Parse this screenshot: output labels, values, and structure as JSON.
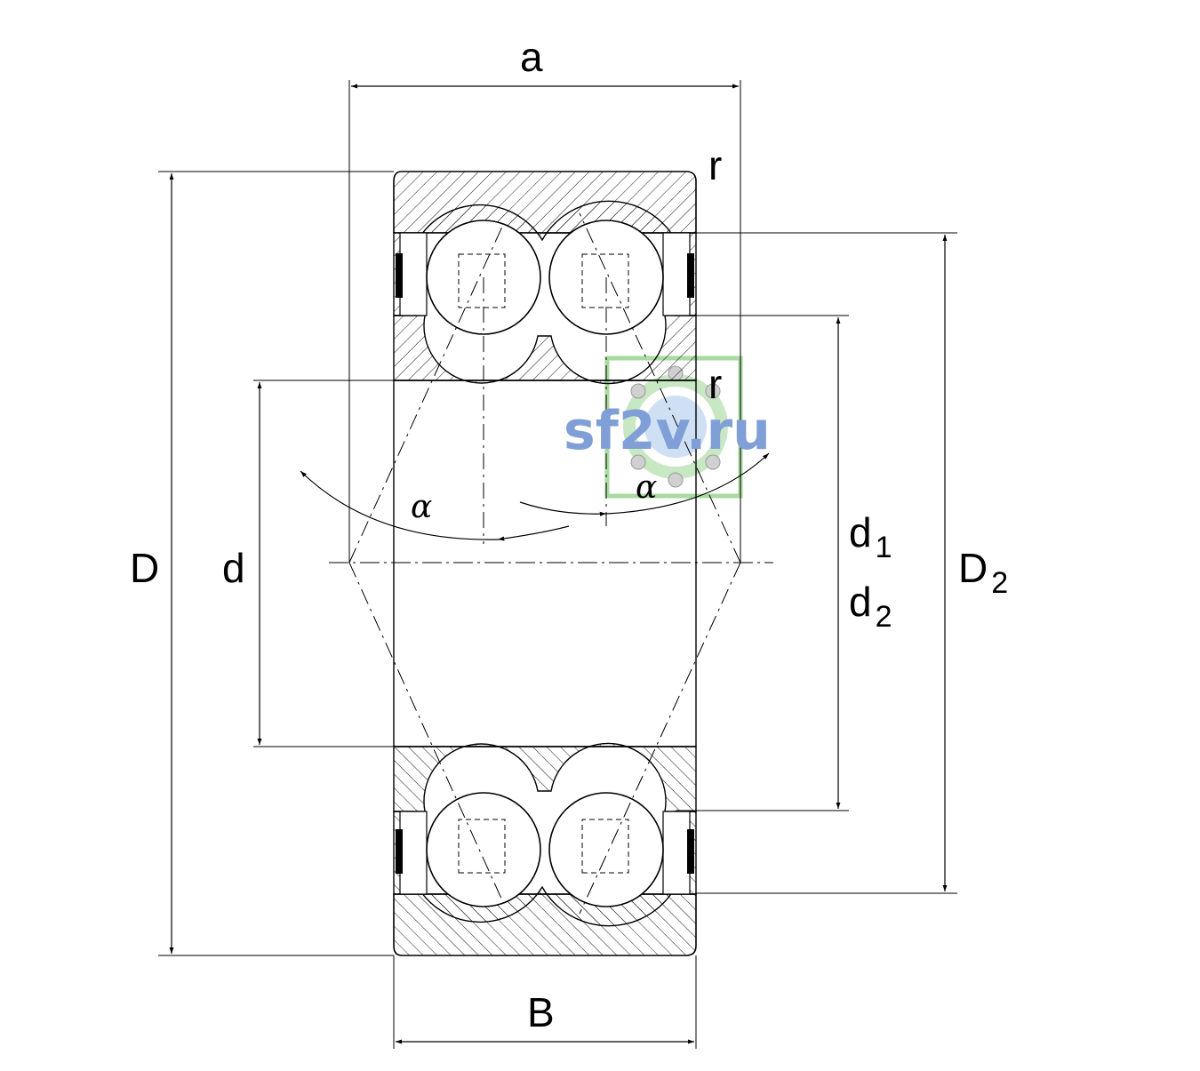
{
  "labels": {
    "a": "a",
    "r_top": "r",
    "r_inner": "r",
    "D": "D",
    "d": "d",
    "d1_base": "d",
    "d1_sub": "1",
    "d2_base": "d",
    "d2_sub": "2",
    "D2_base": "D",
    "D2_sub": "2",
    "B": "B",
    "alpha_left": "α",
    "alpha_right": "α"
  },
  "watermark": {
    "text": "sf2v.ru",
    "color": "#7f9fd6",
    "frame_color": "#a9dba0"
  }
}
